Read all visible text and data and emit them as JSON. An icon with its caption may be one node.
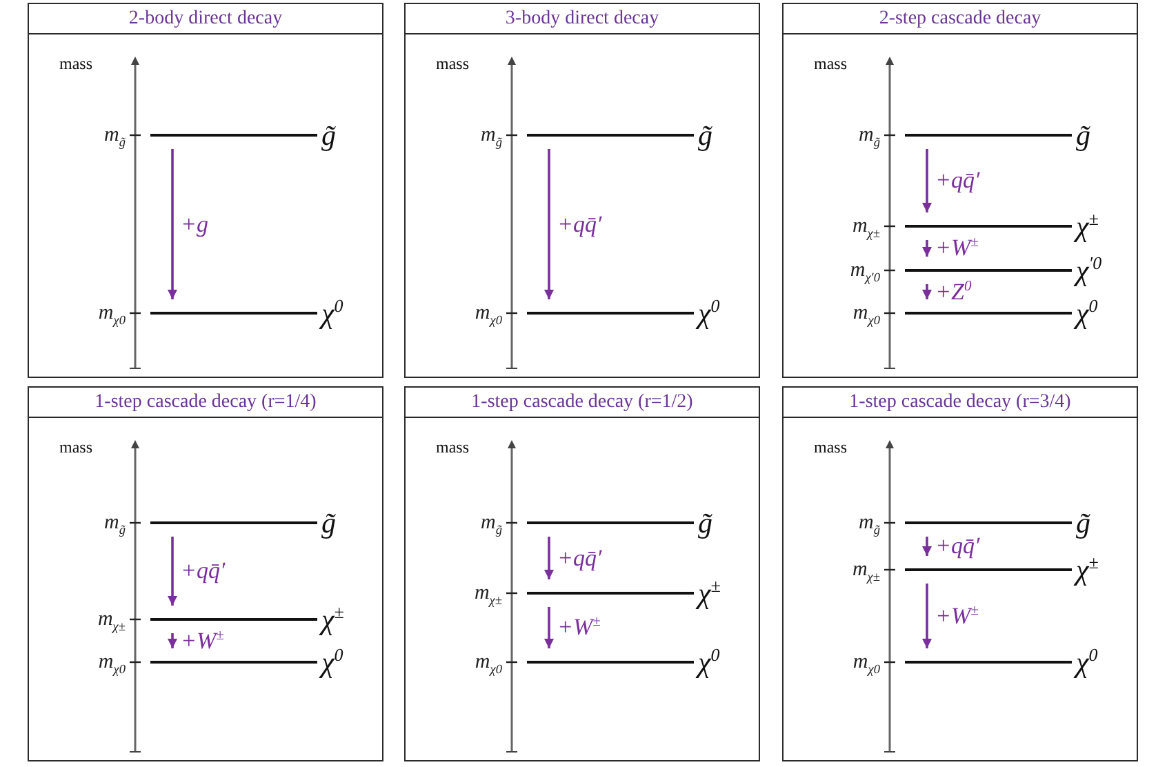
{
  "diagram": {
    "nodes": [
      {
        "text": [
          "2-body direct decay"
        ]
      },
      {
        "text": [
          "m$_{g̃}$",
          "g̃"
        ],
        "in": 0
      },
      {
        "text": [
          "m$_{χ0}$",
          "χ$^{0}$"
        ],
        "in": 0
      },
      {
        "text": [
          "3-body direct decay"
        ]
      },
      {
        "text": [
          "m$_{g̃}$",
          "g̃"
        ],
        "in": 3
      },
      {
        "text": [
          "m$_{χ0}$",
          "χ$^{0}$"
        ],
        "in": 3
      },
      {
        "text": [
          "2-step cascade decay"
        ]
      },
      {
        "text": [
          "m$_{g̃}$",
          "g̃"
        ],
        "in": 6
      },
      {
        "text": [
          "m$_{χ±}$",
          "χ$^{±}$"
        ],
        "in": 6
      },
      {
        "text": [
          "m$_{χ′0}$",
          "χ$^{′0}$"
        ],
        "in": 6
      },
      {
        "text": [
          "m$_{χ0}$",
          "χ$^{0}$"
        ],
        "in": 6
      },
      {
        "text": [
          "1-step cascade decay (r=1/4)"
        ]
      },
      {
        "text": [
          "m$_{g̃}$",
          "g̃"
        ],
        "in": 11
      },
      {
        "text": [
          "m$_{χ±}$",
          "χ$^{±}$"
        ],
        "in": 11
      },
      {
        "text": [
          "m$_{χ0}$",
          "χ$^{0}$"
        ],
        "in": 11
      },
      {
        "text": [
          "1-step cascade decay (r=1/2)"
        ]
      },
      {
        "text": [
          "m$_{g̃}$",
          "g̃"
        ],
        "in": 15
      },
      {
        "text": [
          "m$_{χ±}$",
          "χ$^{±}$"
        ],
        "in": 15
      },
      {
        "text": [
          "m$_{χ0}$",
          "χ$^{0}$"
        ],
        "in": 15
      },
      {
        "text": [
          "1-step cascade decay (r=3/4)"
        ]
      },
      {
        "text": [
          "m$_{g̃}$",
          "g̃"
        ],
        "in": 19
      },
      {
        "text": [
          "m$_{χ±}$",
          "χ$^{±}$"
        ],
        "in": 19
      },
      {
        "text": [
          "m$_{χ0}$",
          "χ$^{0}$"
        ],
        "in": 19
      }
    ],
    "edges": [
      {
        "from": 1,
        "to": 2,
        "arrow": "to",
        "label": "+g"
      },
      {
        "from": 4,
        "to": 5,
        "arrow": "to",
        "label": "+qq̄′"
      },
      {
        "from": 7,
        "to": 8,
        "arrow": "to",
        "label": "+qq̄′"
      },
      {
        "from": 8,
        "to": 9,
        "arrow": "to",
        "label": "+W$^{±}$"
      },
      {
        "from": 9,
        "to": 10,
        "arrow": "to",
        "label": "+Z$^{0}$"
      },
      {
        "from": 12,
        "to": 13,
        "arrow": "to",
        "label": "+qq̄′"
      },
      {
        "from": 13,
        "to": 14,
        "arrow": "to",
        "label": "+W$^{±}$"
      },
      {
        "from": 16,
        "to": 17,
        "arrow": "to",
        "label": "+qq̄′"
      },
      {
        "from": 17,
        "to": 18,
        "arrow": "to",
        "label": "+W$^{±}$"
      },
      {
        "from": 20,
        "to": 21,
        "arrow": "to",
        "label": "+qq̄′"
      },
      {
        "from": 21,
        "to": 22,
        "arrow": "to",
        "label": "+W$^{±}$"
      }
    ],
    "labels": [
      "mass",
      "mass",
      "mass",
      "mass",
      "mass",
      "mass"
    ]
  }
}
